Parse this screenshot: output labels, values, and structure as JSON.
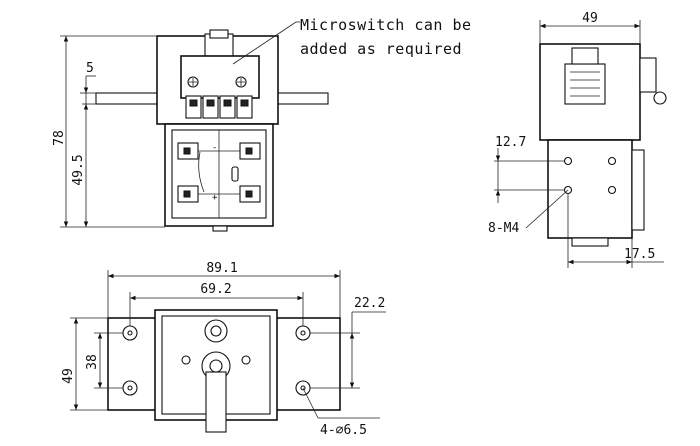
{
  "note": {
    "line1": "Microswitch can be",
    "line2": "added as required"
  },
  "front_view": {
    "dim_height_total": "78",
    "dim_height_mount": "49.5",
    "dim_plate": "5"
  },
  "side_view": {
    "dim_width": "49",
    "dim_hole_spacing": "12.7",
    "dim_offset": "17.5",
    "hole_label": "8-M4"
  },
  "bottom_view": {
    "dim_length_total": "89.1",
    "dim_length_holes": "69.2",
    "dim_hole_offset": "22.2",
    "dim_height_total": "49",
    "dim_height_holes": "38",
    "hole_label": "4-∅6.5"
  }
}
